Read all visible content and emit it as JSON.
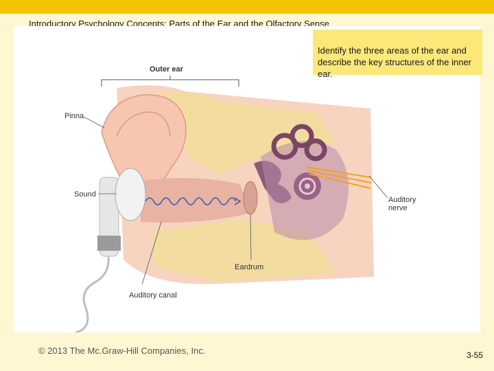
{
  "slide": {
    "title": "Introductory Psychology Concepts: Parts of the Ear and the Olfactory Sense",
    "note": "Identify the three areas of the ear and describe the key structures of the inner ear.",
    "copyright": "© 2013 The Mc.Graw-Hill Companies, Inc.",
    "number": "3-55"
  },
  "figure": {
    "labels": {
      "outer_ear": "Outer ear",
      "pinna": "Pinna",
      "sound": "Sound",
      "auditory_nerve_line1": "Auditory",
      "auditory_nerve_line2": "nerve",
      "eardrum": "Eardrum",
      "auditory_canal": "Auditory canal"
    }
  },
  "colors": {
    "accent_bar": "#f5c400",
    "slide_bg": "#fff7d1",
    "note_bg": "#fbe879"
  }
}
